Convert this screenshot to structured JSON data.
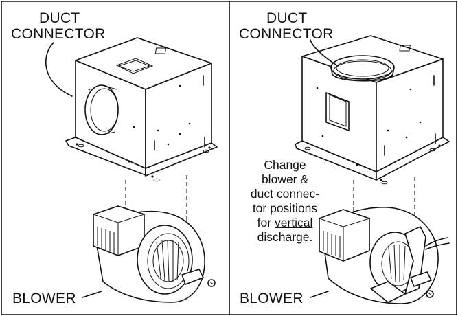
{
  "panels": [
    {
      "id": "left",
      "duct_label_line1": "DUCT",
      "duct_label_line2": "CONNECTOR",
      "blower_label": "BLOWER"
    },
    {
      "id": "right",
      "duct_label_line1": "DUCT",
      "duct_label_line2": "CONNECTOR",
      "blower_label": "BLOWER",
      "note_lines": [
        "Change",
        "blower &",
        "duct connec-",
        "tor positions",
        "for"
      ],
      "note_underlined_1": "vertical",
      "note_underlined_2": "discharge."
    }
  ]
}
